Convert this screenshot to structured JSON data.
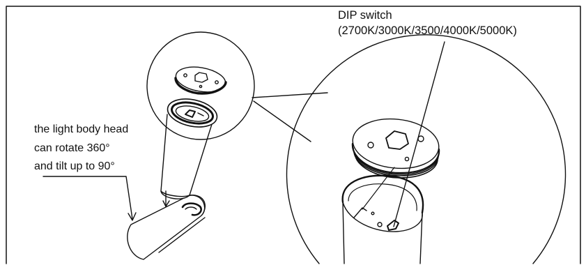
{
  "callout_dip": {
    "line1": "DIP switch",
    "line2": "(2700K/3000K/3500/4000K/5000K)"
  },
  "callout_rotate": {
    "line1": "the light body head",
    "line2": "can rotate 360°",
    "line3": "and tilt up to 90°"
  },
  "colors": {
    "stroke": "#111111",
    "background": "#ffffff"
  }
}
